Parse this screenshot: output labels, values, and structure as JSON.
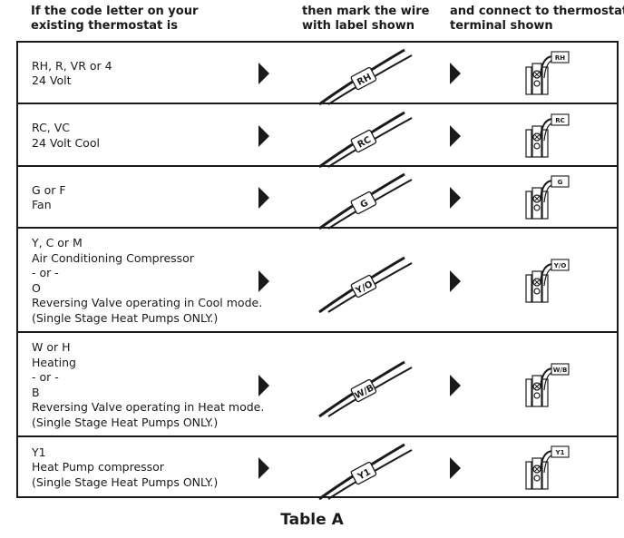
{
  "headers": {
    "col1": [
      "If the code letter on your",
      "existing thermostat is"
    ],
    "col2": [
      "then mark the wire",
      "with label shown"
    ],
    "col3": [
      "and connect to thermostat",
      "terminal shown"
    ]
  },
  "rows": [
    {
      "lines": [
        "RH, R, VR or 4",
        "24 Volt"
      ],
      "wire_label": "RH",
      "terminal_label": "RH"
    },
    {
      "lines": [
        "RC, VC",
        "24 Volt Cool"
      ],
      "wire_label": "RC",
      "terminal_label": "RC"
    },
    {
      "lines": [
        "G or F",
        "Fan"
      ],
      "wire_label": "G",
      "terminal_label": "G"
    },
    {
      "lines": [
        "Y, C or M",
        "Air Conditioning Compressor",
        "- or -",
        "O",
        "Reversing Valve operating in Cool mode.",
        "(Single Stage Heat Pumps ONLY.)"
      ],
      "wire_label": "Y/O",
      "terminal_label": "Y/O"
    },
    {
      "lines": [
        "W or H",
        "Heating",
        "- or -",
        "B",
        "Reversing Valve operating in Heat mode.",
        "(Single Stage Heat Pumps ONLY.)"
      ],
      "wire_label": "W/B",
      "terminal_label": "W/B"
    },
    {
      "lines": [
        "Y1",
        "Heat Pump compressor",
        "(Single Stage Heat Pumps ONLY.)"
      ],
      "wire_label": "Y1",
      "terminal_label": "Y1"
    }
  ],
  "caption": "Table A"
}
